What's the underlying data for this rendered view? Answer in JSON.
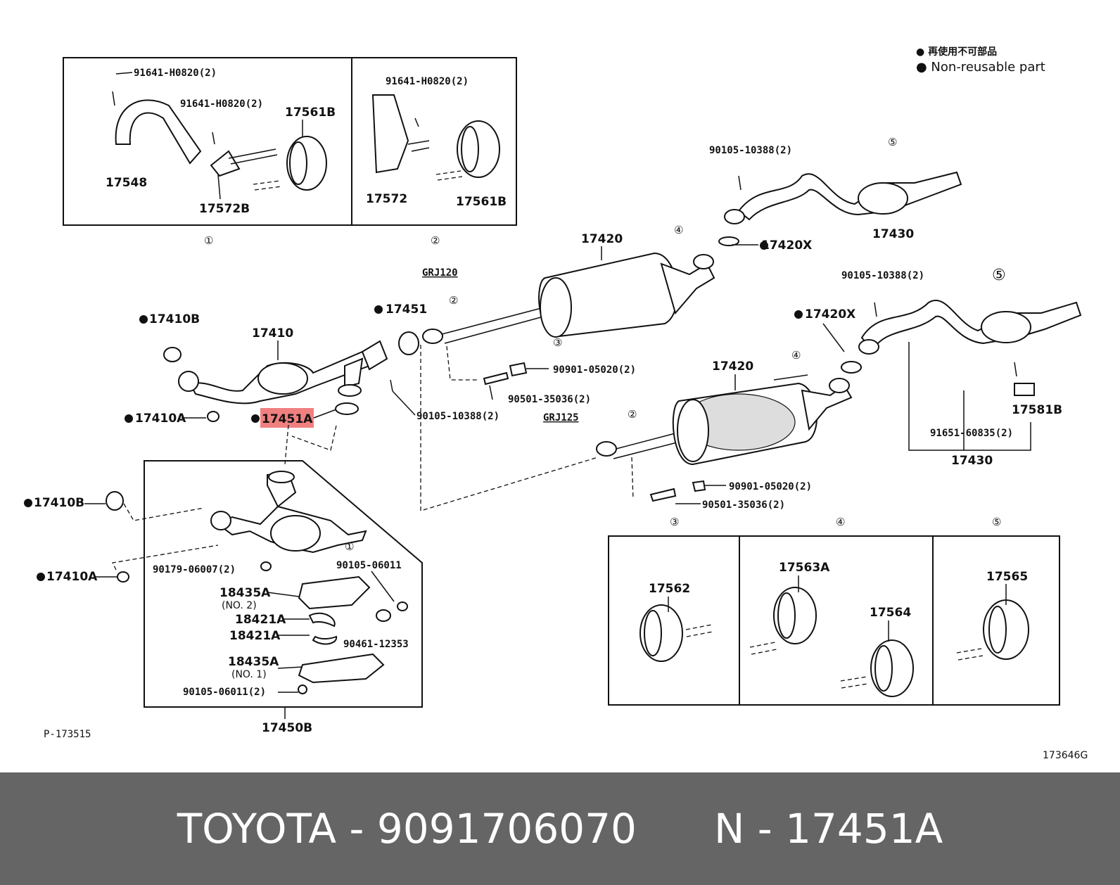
{
  "legend": {
    "jp": "● 再使用不可部品",
    "en": "● Non-reusable part"
  },
  "labels": {
    "p91641_a": "91641-H0820(2)",
    "p91641_b": "91641-H0820(2)",
    "p91641_c": "91641-H0820(2)",
    "p17561B_a": "17561B",
    "p17561B_b": "17561B",
    "p17548": "17548",
    "p17572B": "17572B",
    "p17572": "17572",
    "p17420_a": "17420",
    "p17420_b": "17420",
    "p17420X_a": "17420X",
    "p17420X_b": "17420X",
    "p90105_10388_a": "90105-10388(2)",
    "p90105_10388_b": "90105-10388(2)",
    "p90105_10388_c": "90105-10388(2)",
    "p17430_a": "17430",
    "p17430_b": "17430",
    "grj120": "GRJ120",
    "grj125": "GRJ125",
    "p17451": "17451",
    "p17410B_a": "17410B",
    "p17410B_b": "17410B",
    "p17410": "17410",
    "p17410A_a": "17410A",
    "p17410A_b": "17410A",
    "p17451A": "17451A",
    "p90901_a": "90901-05020(2)",
    "p90901_b": "90901-05020(2)",
    "p90501_a": "90501-35036(2)",
    "p90501_b": "90501-35036(2)",
    "p17581B": "17581B",
    "p91651": "91651-60835(2)",
    "p90179": "90179-06007(2)",
    "p90105_06011_a": "90105-06011",
    "p90105_06011_b": "90105-06011(2)",
    "p18435A_a": "18435A",
    "p18435A_b": "18435A",
    "no2": "(NO. 2)",
    "no1": "(NO. 1)",
    "p18421A_a": "18421A",
    "p18421A_b": "18421A",
    "p90461": "90461-12353",
    "p17450B": "17450B",
    "p17562": "17562",
    "p17563A": "17563A",
    "p17564": "17564",
    "p17565": "17565",
    "ref_left": "P-173515",
    "ref_right": "173646G"
  },
  "circle_marks": [
    "①",
    "②",
    "③",
    "④",
    "⑤"
  ],
  "footer": {
    "brand_part": "TOYOTA - 9091706070",
    "ref": "N - 17451A"
  },
  "highlight_color": "#f08080",
  "footer_color": "#656565"
}
